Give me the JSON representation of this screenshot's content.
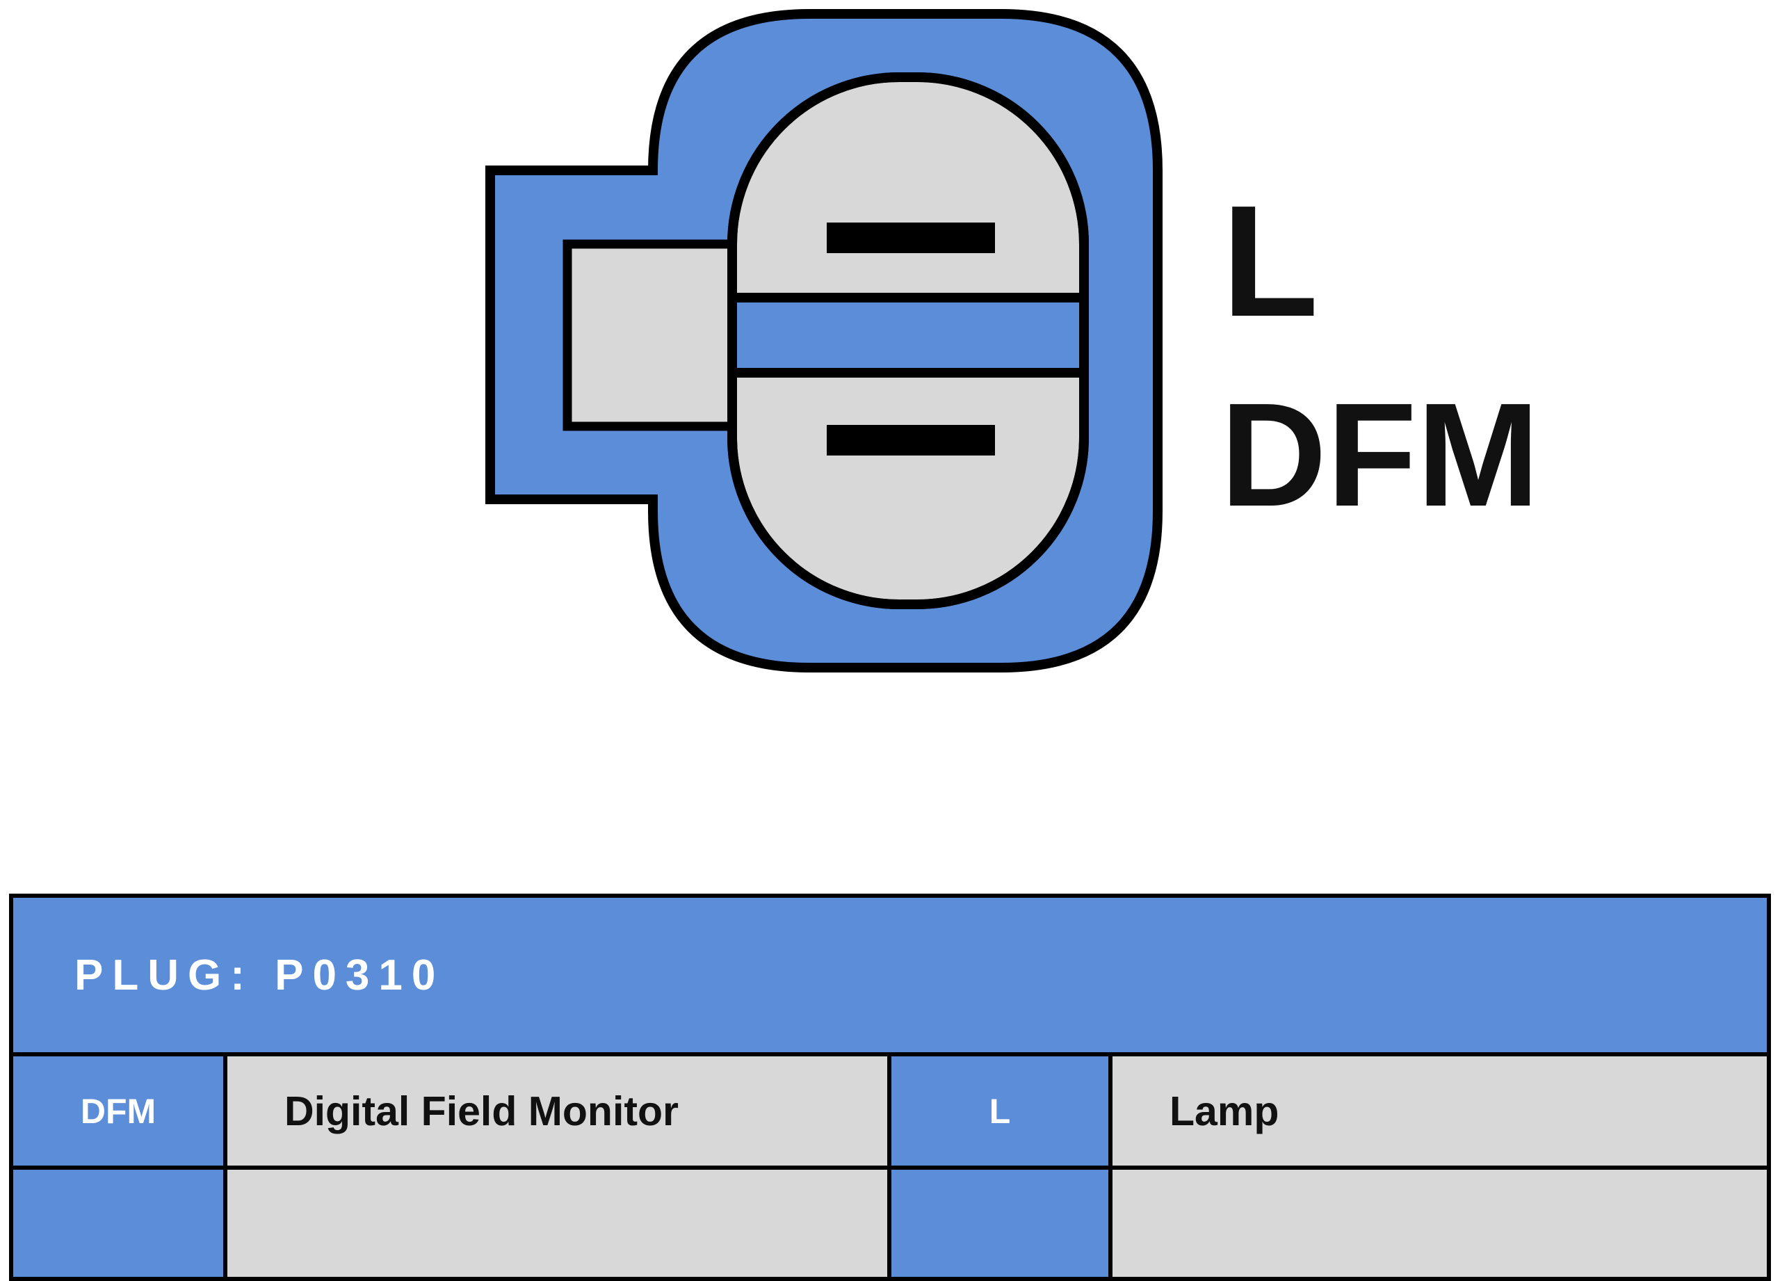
{
  "colors": {
    "connector_blue": "#5B8DD8",
    "connector_gray": "#D8D8D8",
    "outline": "#000000"
  },
  "diagram": {
    "labels": [
      {
        "text": "L"
      },
      {
        "text": "DFM"
      }
    ]
  },
  "table": {
    "title": "PLUG: P0310",
    "rows": [
      {
        "cells": [
          "DFM",
          "Digital Field Monitor",
          "L",
          "Lamp"
        ]
      },
      {
        "cells": [
          "",
          "",
          "",
          ""
        ]
      }
    ]
  }
}
